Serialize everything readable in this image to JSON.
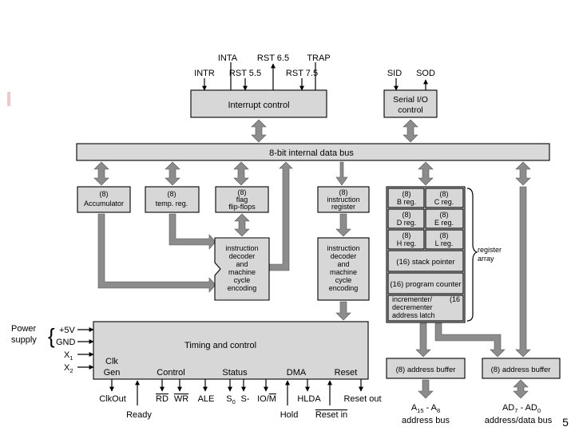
{
  "interrupt": {
    "label": "Interrupt control",
    "signals": {
      "inta": "INTA",
      "rst65": "RST 6.5",
      "trap": "TRAP",
      "intr": "INTR",
      "rst55": "RST 5.5",
      "rst75": "RST 7.5"
    }
  },
  "serial": {
    "label_line1": "Serial I/O",
    "label_line2": "control",
    "sid": "SID",
    "sod": "SOD"
  },
  "data_bus": {
    "label": "8-bit internal data bus"
  },
  "accumulator": {
    "size": "(8)",
    "name": "Accumulator"
  },
  "temp_reg": {
    "size": "(8)",
    "name": "temp. reg."
  },
  "flags": {
    "size": "(8)",
    "line1": "flag",
    "line2": "flip-flops"
  },
  "instr_reg": {
    "size": "(8)",
    "line1": "instruction",
    "line2": "register"
  },
  "alu_decoder": {
    "lines": [
      "instruction",
      "decoder",
      "and",
      "machine",
      "cycle",
      "encoding"
    ]
  },
  "main_decoder": {
    "lines": [
      "instruction",
      "decoder",
      "and",
      "machine",
      "cycle",
      "encoding"
    ]
  },
  "register_array": {
    "registers": [
      {
        "size": "(8)",
        "name": "B reg."
      },
      {
        "size": "(8)",
        "name": "C reg."
      },
      {
        "size": "(8)",
        "name": "D reg."
      },
      {
        "size": "(8)",
        "name": "E reg."
      },
      {
        "size": "(8)",
        "name": "H reg."
      },
      {
        "size": "(8)",
        "name": "L reg."
      }
    ],
    "stack_pointer": "(16) stack pointer",
    "program_counter": "(16) program counter",
    "incdec_line1": "incrementer/",
    "incdec_size": "(16",
    "incdec_line2": "decrementer",
    "incdec_line3": "address latch",
    "brace_line1": "register",
    "brace_line2": "array"
  },
  "timing": {
    "label": "Timing and control",
    "clk_gen_line1": "Clk",
    "clk_gen_line2": "Gen",
    "control": "Control",
    "status": "Status",
    "dma": "DMA",
    "reset": "Reset"
  },
  "power": {
    "label_line1": "Power",
    "label_line2": "supply",
    "p5v": "+5V",
    "gnd": "GND",
    "x1": "X",
    "x1_sub": "1",
    "x2": "X",
    "x2_sub": "2"
  },
  "bottom_signals": {
    "clkout": "ClkOut",
    "ready": "Ready",
    "rd": "RD",
    "wr": "WR",
    "ale": "ALE",
    "s0": "S",
    "s0_sub": "0",
    "s1": "S-",
    "iom": "IO/",
    "m": "M",
    "hlda": "HLDA",
    "hold": "Hold",
    "reset_out": "Reset out",
    "reset_in": "Reset in"
  },
  "addr_buffer_high": {
    "label": "(8) address buffer",
    "bus_line1_a": "A",
    "sub1": "15",
    "bus_line1_mid": " - A",
    "sub2": "8",
    "bus_line2": "address bus"
  },
  "addr_buffer_low": {
    "label": "(8) address buffer",
    "bus_line1_a": "AD",
    "sub1": "7",
    "bus_line1_mid": " - AD",
    "sub2": "0",
    "bus_line2": "address/data bus"
  },
  "page_number": "5"
}
